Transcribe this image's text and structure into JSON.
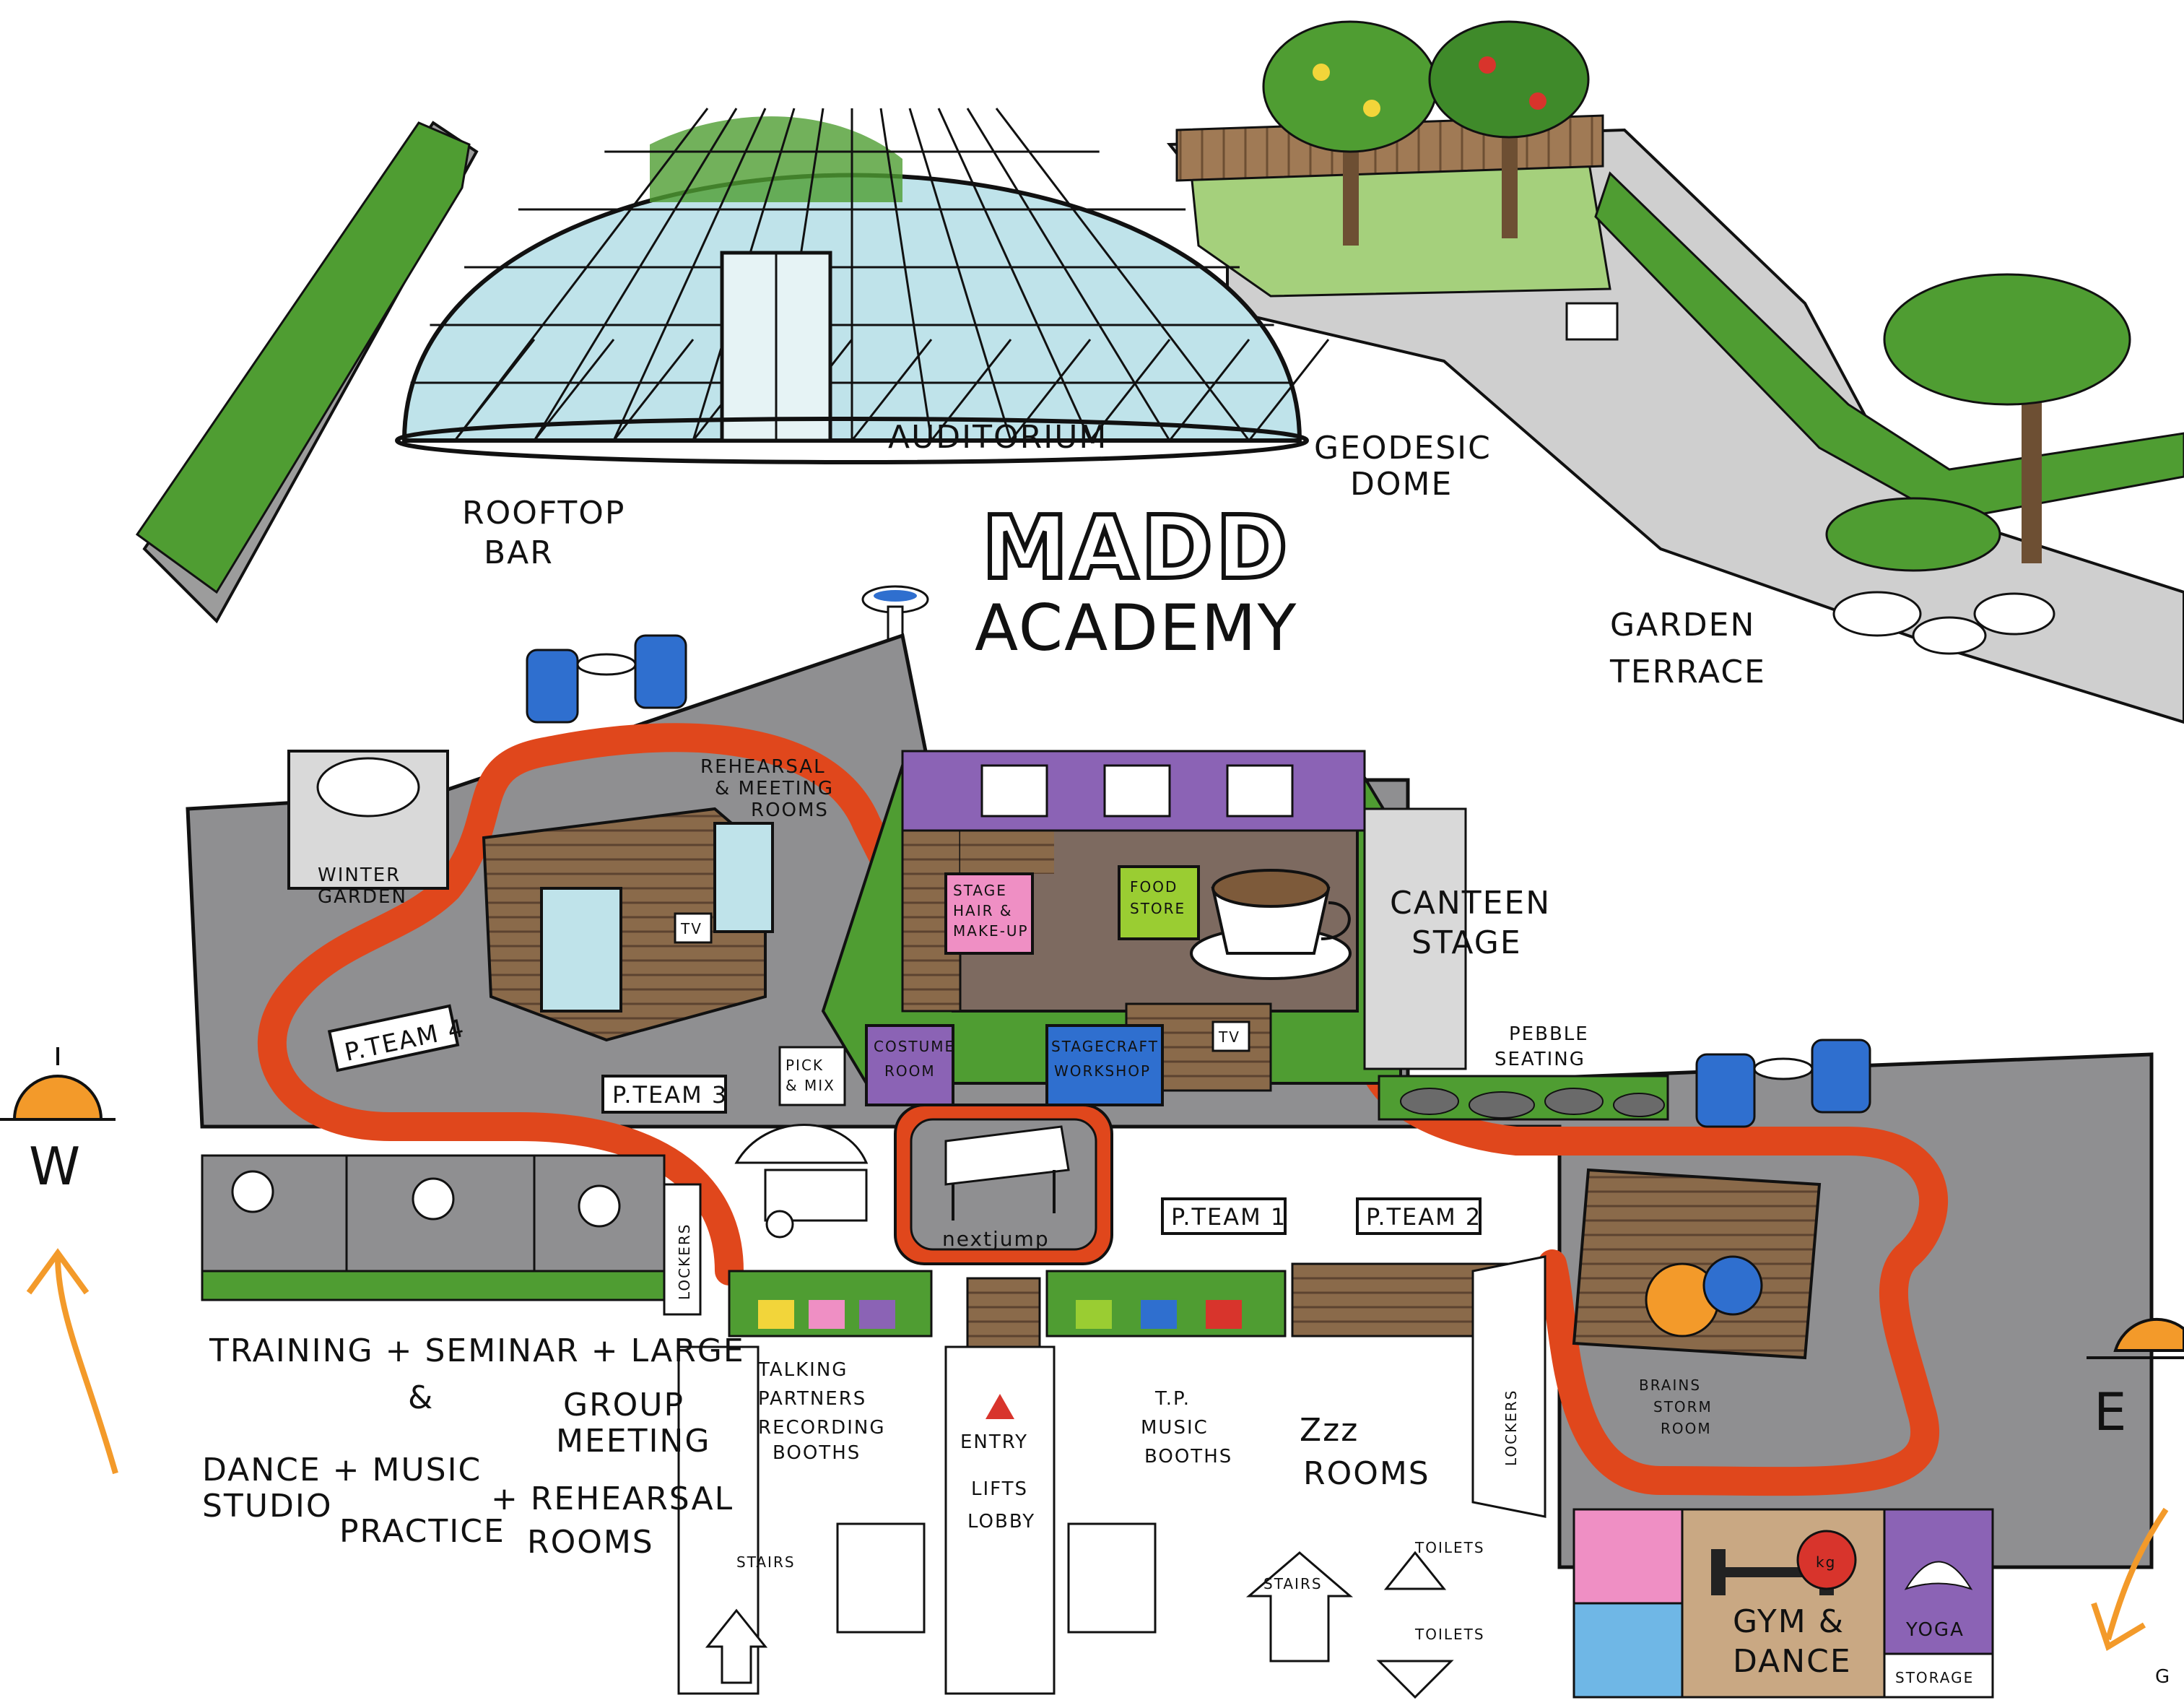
{
  "colors": {
    "floor": "#8f8f91",
    "path": "#e0471c",
    "grass": "#4f9d32",
    "wood": "#8a6a4a",
    "glass": "#bfe3ea",
    "sun": "#f39a2a",
    "purple": "#8b63b5",
    "pink": "#ef8fc4",
    "lime": "#9acd32",
    "blue_room": "#2f6fcf"
  },
  "title": {
    "line1": "MADD",
    "line2": "ACADEMY"
  },
  "roof": {
    "auditorium": "AUDITORIUM",
    "geodesic_dome": [
      "GEODESIC",
      "DOME"
    ],
    "rooftop_bar": [
      "ROOFTOP",
      "BAR"
    ],
    "garden_terrace": [
      "GARDEN",
      "TERRACE"
    ]
  },
  "compass": {
    "west": "W",
    "east": "E",
    "edge_glyph": "G"
  },
  "floor": {
    "winter_garden": [
      "WINTER",
      "GARDEN"
    ],
    "rehearsal_rooms": [
      "REHEARSAL",
      "& MEETING",
      "ROOMS"
    ],
    "tv_left": "TV",
    "tv_mid": "TV",
    "pteam4": "P.TEAM 4",
    "pteam3": "P.TEAM 3",
    "pteam1": "P.TEAM 1",
    "pteam2": "P.TEAM 2",
    "stage_hair": [
      "STAGE",
      "HAIR &",
      "MAKE-UP"
    ],
    "food_store": [
      "FOOD",
      "STORE"
    ],
    "costume_room": [
      "COSTUME",
      "ROOM"
    ],
    "stagecraft_workshop": [
      "STAGECRAFT",
      "WORKSHOP"
    ],
    "pick_mix": [
      "PICK",
      "& MIX"
    ],
    "canteen_stage": [
      "CANTEEN",
      "STAGE"
    ],
    "pebble_seating": [
      "PEBBLE",
      "SEATING"
    ],
    "nextjump": "nextjump",
    "lockers_left": "LOCKERS",
    "lockers_right": "LOCKERS",
    "brainstorm": [
      "BRAINS",
      "STORM",
      "ROOM"
    ],
    "kg": "kg"
  },
  "bottom": {
    "training_lines": [
      "TRAINING + SEMINAR + LARGE",
      "&",
      "GROUP",
      "MEETING"
    ],
    "dance_lines": [
      "DANCE + MUSIC",
      "STUDIO",
      "PRACTICE",
      "+ REHEARSAL",
      "ROOMS"
    ],
    "talking_partners": [
      "TALKING",
      "PARTNERS",
      "RECORDING",
      "BOOTHS"
    ],
    "entry": "ENTRY",
    "lifts_lobby": [
      "LIFTS",
      "LOBBY"
    ],
    "stairs_left": "STAIRS",
    "tp_music": [
      "T.P.",
      "MUSIC",
      "BOOTHS"
    ],
    "zzz": "Zzz",
    "rooms": "ROOMS",
    "toilets_top": "TOILETS",
    "toilets_bottom": "TOILETS",
    "stairs_right": "STAIRS",
    "gym": [
      "GYM &",
      "DANCE"
    ],
    "yoga": "YOGA",
    "storage": "STORAGE"
  }
}
